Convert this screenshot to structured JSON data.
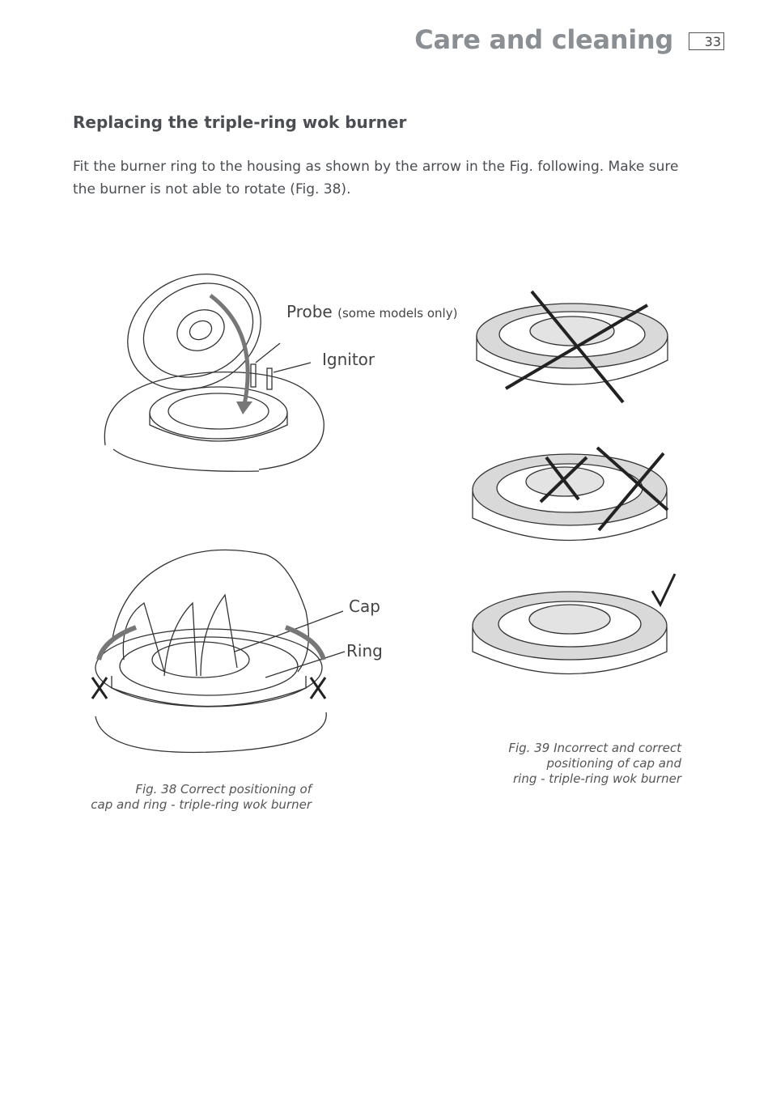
{
  "header": {
    "title": "Care and cleaning",
    "page_number": "33"
  },
  "section": {
    "heading": "Replacing the triple-ring wok burner",
    "body": "Fit the burner ring to the housing as shown by the arrow in the Fig. following. Make sure the burner is not able to rotate (Fig. 38)."
  },
  "fig38": {
    "labels": {
      "probe": "Probe",
      "probe_note": "(some models only)",
      "ignitor": "Ignitor",
      "cap": "Cap",
      "ring": "Ring"
    },
    "caption_line1": "Fig. 38 Correct positioning of",
    "caption_line2": "cap and ring - triple-ring wok burner"
  },
  "fig39": {
    "caption_line1": "Fig. 39 Incorrect and correct",
    "caption_line2": "positioning of cap and",
    "caption_line3": "ring - triple-ring wok burner"
  }
}
